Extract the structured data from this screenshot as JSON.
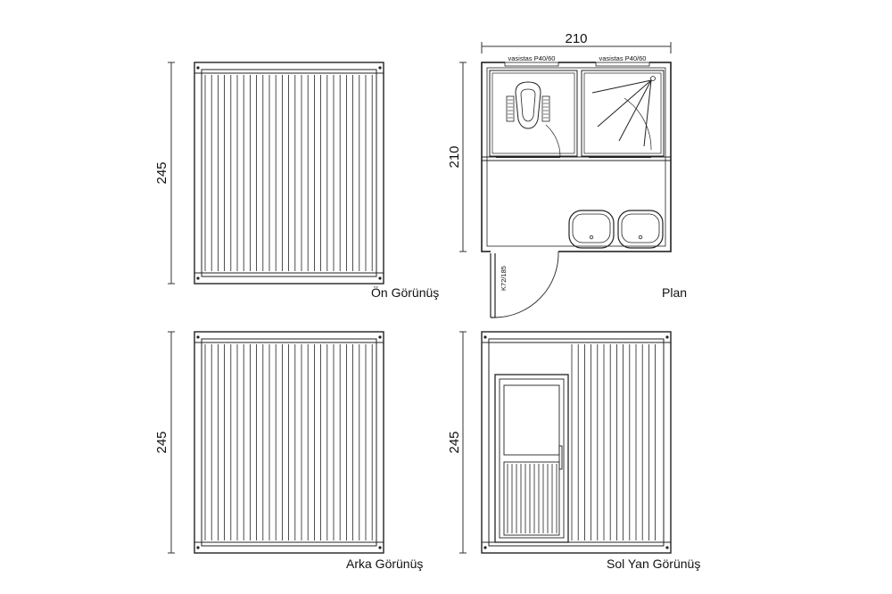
{
  "views": {
    "front": {
      "caption": "Ön Görünüş",
      "height_dim": "245"
    },
    "back": {
      "caption": "Arka Görünüş",
      "height_dim": "245"
    },
    "left_side": {
      "caption": "Sol Yan Görünüş",
      "height_dim": "245"
    },
    "plan": {
      "caption": "Plan",
      "width_dim": "210",
      "depth_dim": "210",
      "window_left": "vasistas P40/60",
      "window_right": "vasistas P40/60",
      "door_label": "K72/185"
    }
  },
  "colors": {
    "line": "#222222",
    "background": "#ffffff"
  }
}
